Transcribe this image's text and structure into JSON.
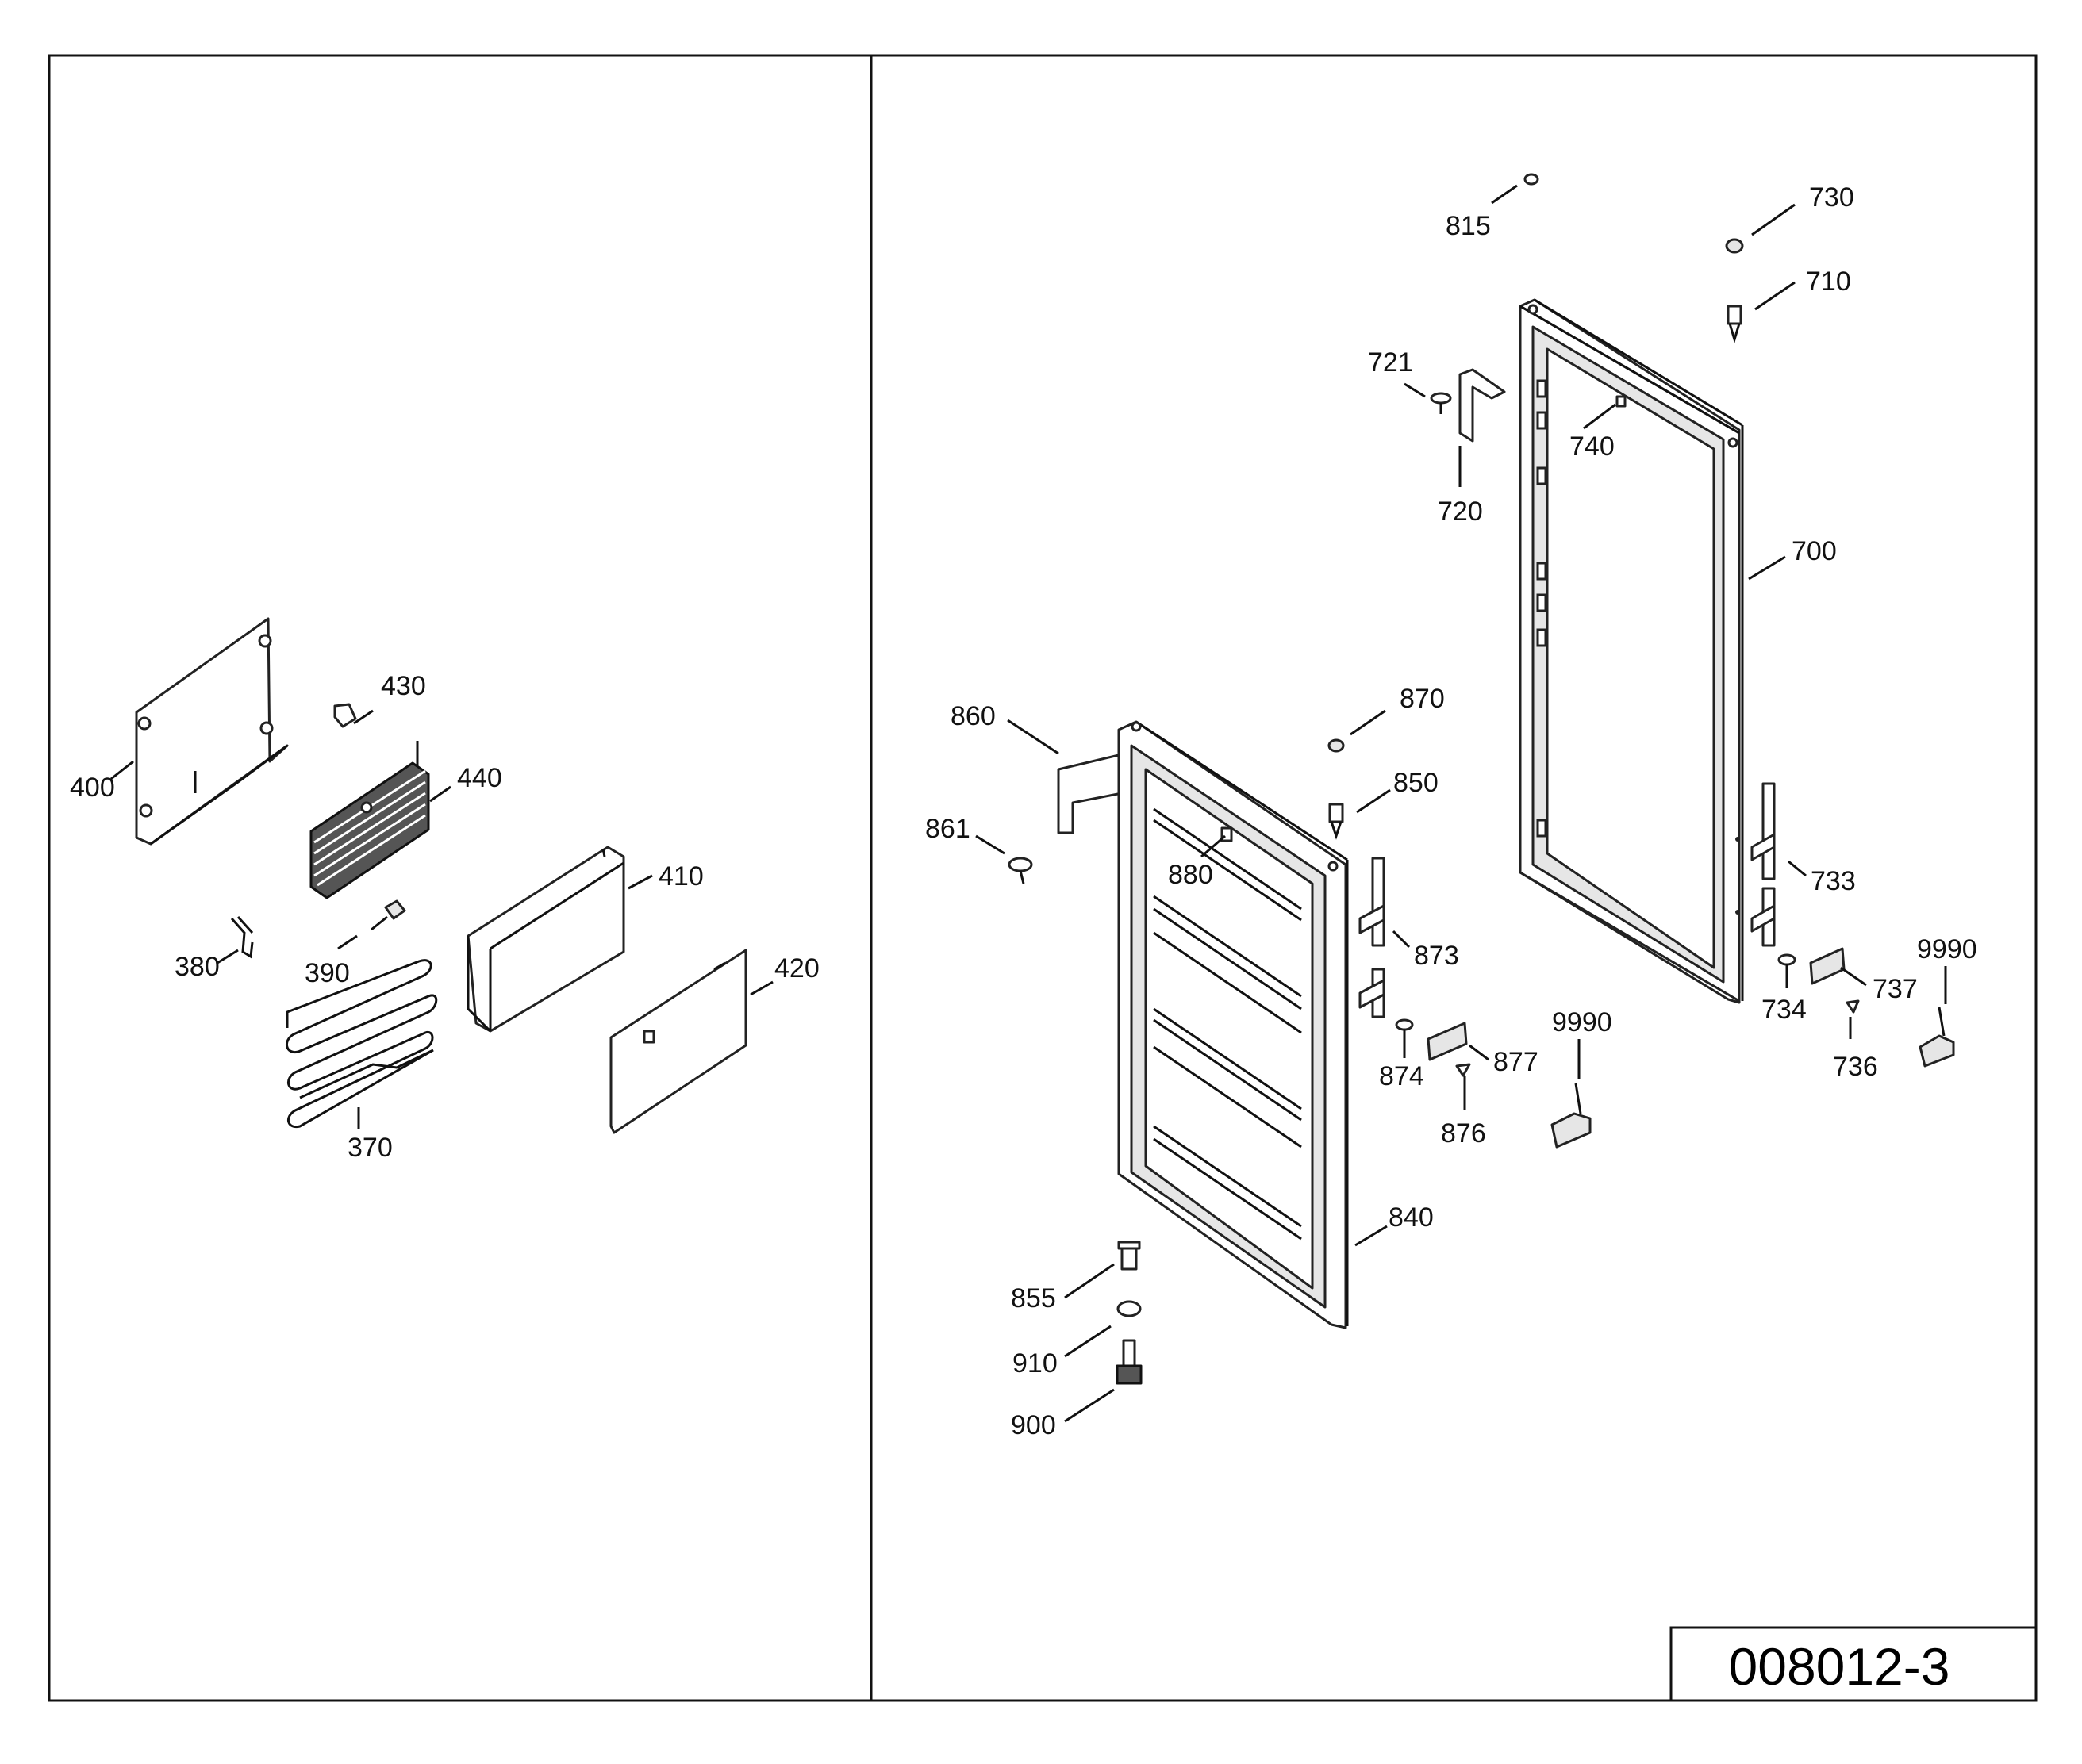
{
  "drawing": {
    "number": "008012-3",
    "callouts": {
      "400": "400",
      "430": "430",
      "440": "440",
      "410": "410",
      "380": "380",
      "390": "390",
      "420": "420",
      "370": "370",
      "815": "815",
      "730": "730",
      "710": "710",
      "721": "721",
      "740": "740",
      "720": "720",
      "700": "700",
      "870": "870",
      "860": "860",
      "850": "850",
      "861": "861",
      "880": "880",
      "733": "733",
      "873": "873",
      "9990a": "9990",
      "9990b": "9990",
      "737": "737",
      "734": "734",
      "877": "877",
      "874": "874",
      "736": "736",
      "876": "876",
      "840": "840",
      "855": "855",
      "910": "910",
      "900": "900"
    }
  }
}
